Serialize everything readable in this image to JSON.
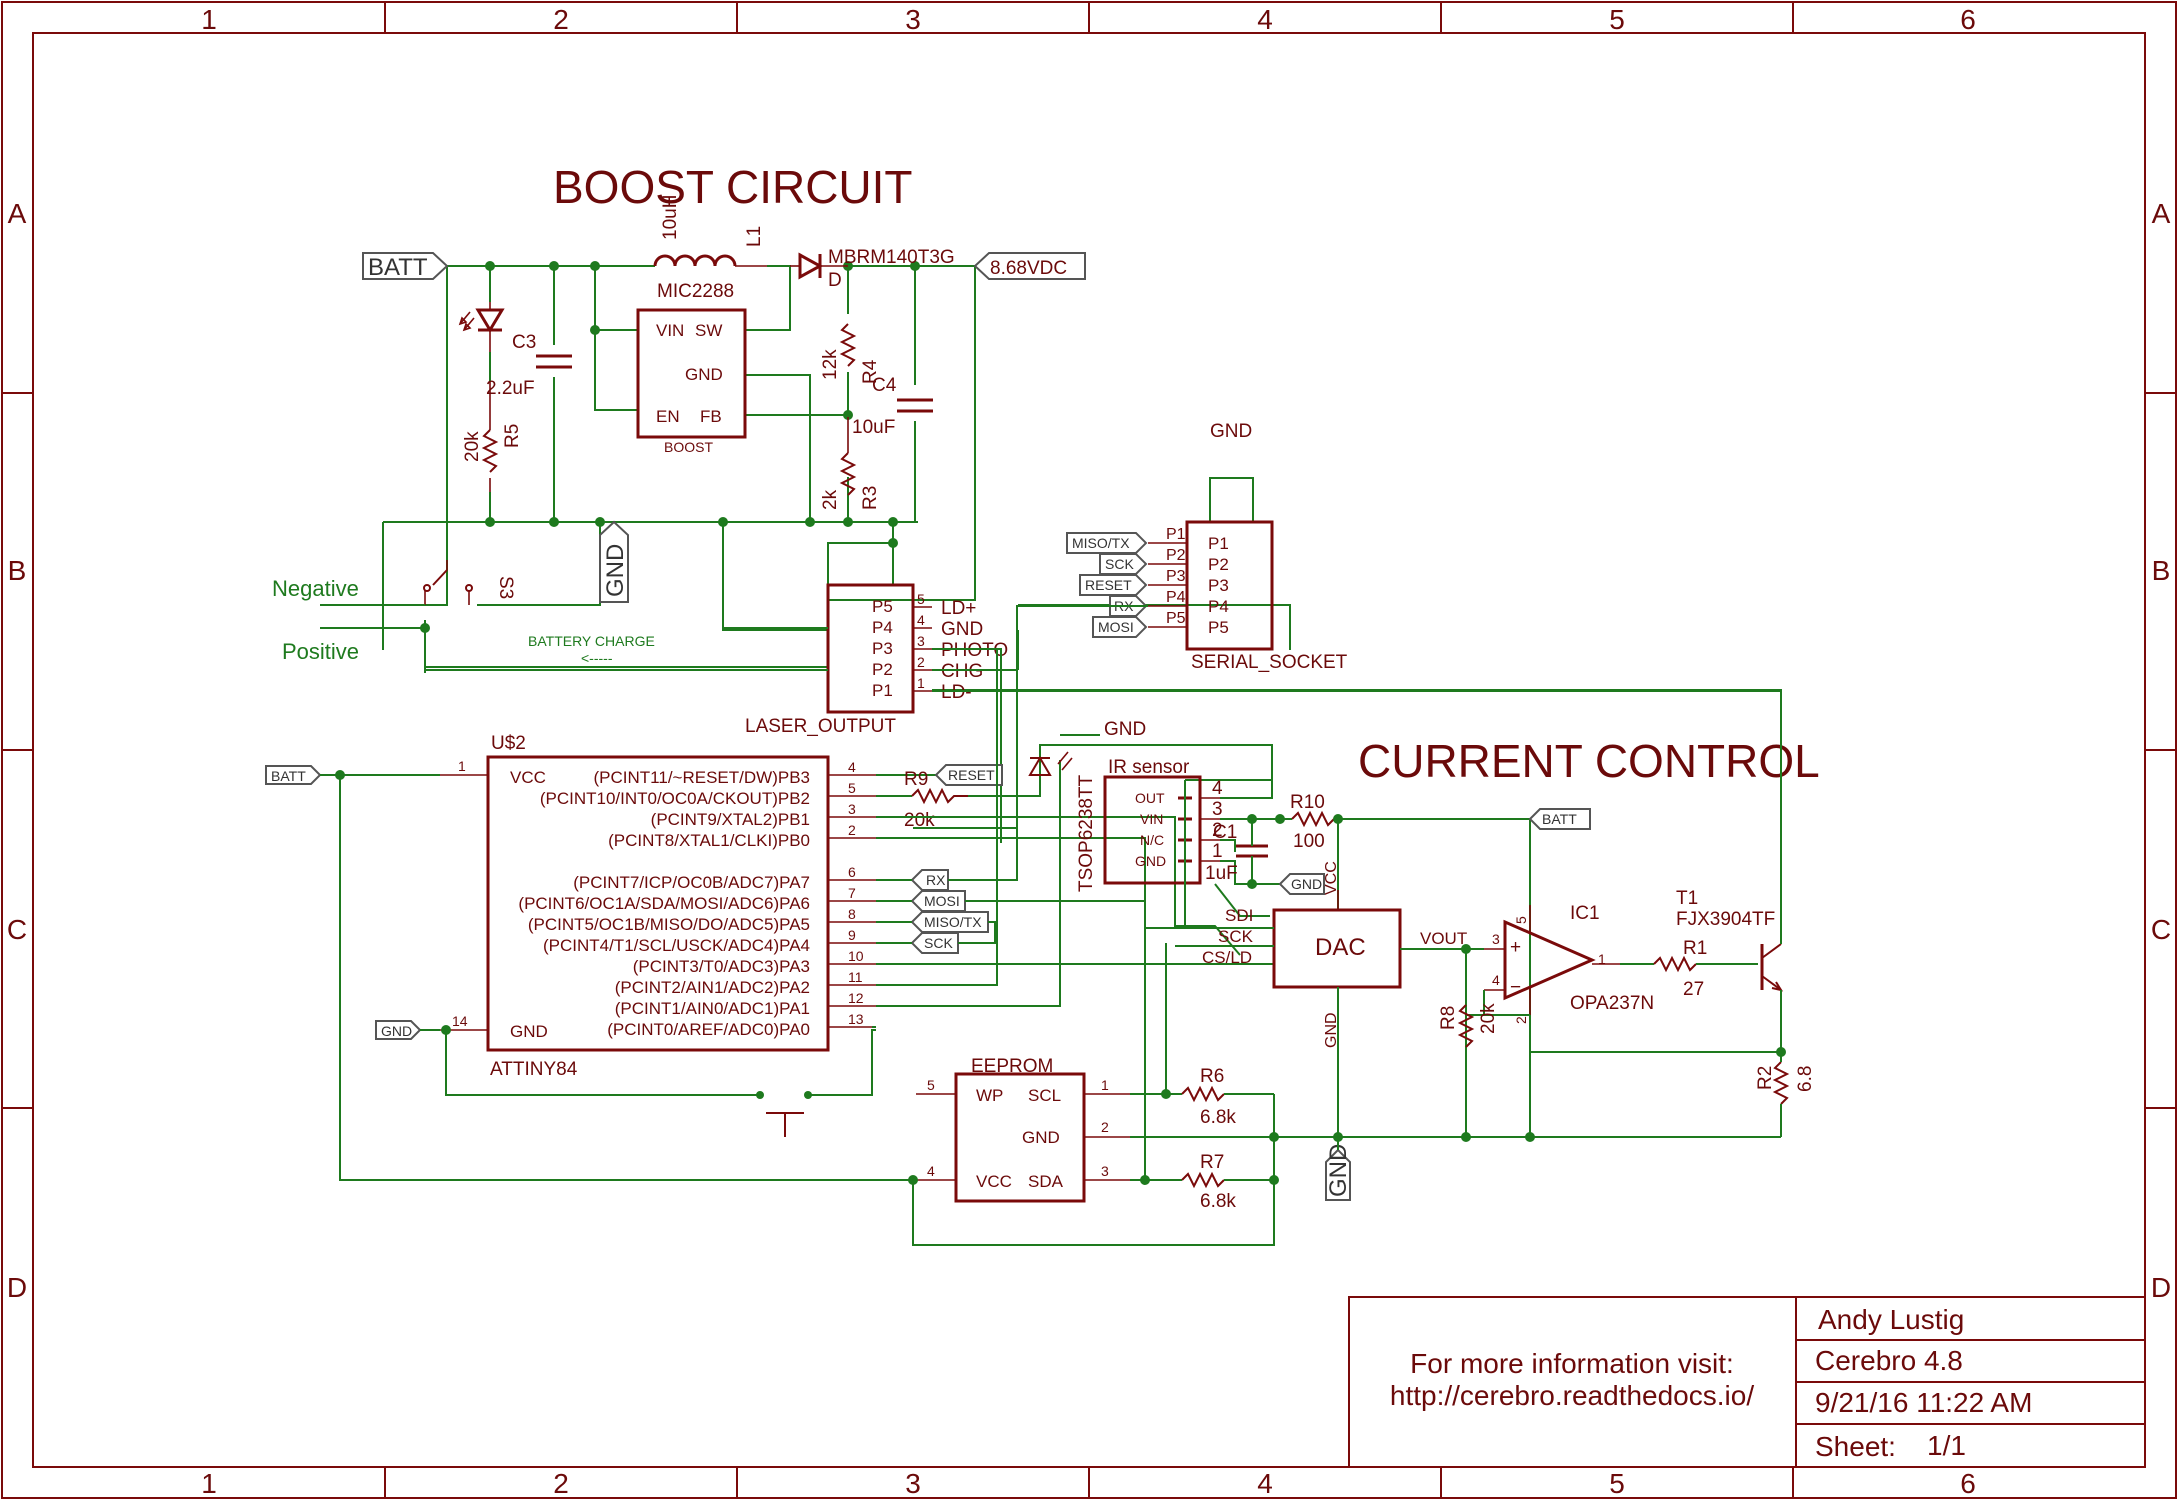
{
  "frame": {
    "columns": [
      "1",
      "2",
      "3",
      "4",
      "5",
      "6"
    ],
    "rows": [
      "A",
      "B",
      "C",
      "D"
    ]
  },
  "titles": {
    "boost": "BOOST CIRCUIT",
    "current": "CURRENT CONTROL"
  },
  "boost": {
    "batt_label": "BATT",
    "vout_label": "8.68VDC",
    "gnd_label": "GND",
    "l1_value": "10uH",
    "l1_name": "L1",
    "diode_part": "MBRM140T3G",
    "diode_name": "D",
    "ic_name": "MIC2288",
    "ic_sub": "BOOST",
    "pin_vin": "VIN",
    "pin_sw": "SW",
    "pin_gnd": "GND",
    "pin_en": "EN",
    "pin_fb": "FB",
    "c3_name": "C3",
    "c3_value": "2.2uF",
    "r5_value": "20k",
    "r5_name": "R5",
    "r4_value": "12k",
    "r4_name": "R4",
    "c4_name": "C4",
    "c4_value": "10uF",
    "r3_value": "2k",
    "r3_name": "R3",
    "s3_name": "S3",
    "negative": "Negative",
    "positive": "Positive",
    "battery_charge": "BATTERY CHARGE",
    "charge_arrow": "<-----"
  },
  "laser": {
    "name": "LASER_OUTPUT",
    "pins": [
      "P5",
      "P4",
      "P3",
      "P2",
      "P1"
    ],
    "numbers": [
      "5",
      "4",
      "3",
      "2",
      "1"
    ],
    "signals": [
      "LD+",
      "GND",
      "PHOTO",
      "CHG",
      "LD-"
    ]
  },
  "serial": {
    "name": "SERIAL_SOCKET",
    "gnd": "GND",
    "pins": [
      "P1",
      "P2",
      "P3",
      "P4",
      "P5"
    ],
    "nets": [
      "MISO/TX",
      "SCK",
      "RESET",
      "RX",
      "MOSI"
    ]
  },
  "mcu": {
    "ref": "U$2",
    "part": "ATTINY84",
    "batt_label": "BATT",
    "gnd_label": "GND",
    "vcc": "VCC",
    "gnd": "GND",
    "right_pins": [
      {
        "num": "4",
        "name": "(PCINT11/~RESET/DW)PB3"
      },
      {
        "num": "5",
        "name": "(PCINT10/INT0/OC0A/CKOUT)PB2"
      },
      {
        "num": "3",
        "name": "(PCINT9/XTAL2)PB1"
      },
      {
        "num": "2",
        "name": "(PCINT8/XTAL1/CLKI)PB0"
      },
      {
        "num": "6",
        "name": "(PCINT7/ICP/OC0B/ADC7)PA7"
      },
      {
        "num": "7",
        "name": "(PCINT6/OC1A/SDA/MOSI/ADC6)PA6"
      },
      {
        "num": "8",
        "name": "(PCINT5/OC1B/MISO/DO/ADC5)PA5"
      },
      {
        "num": "9",
        "name": "(PCINT4/T1/SCL/USCK/ADC4)PA4"
      },
      {
        "num": "10",
        "name": "(PCINT3/T0/ADC3)PA3"
      },
      {
        "num": "11",
        "name": "(PCINT2/AIN1/ADC2)PA2"
      },
      {
        "num": "12",
        "name": "(PCINT1/AIN0/ADC1)PA1"
      },
      {
        "num": "13",
        "name": "(PCINT0/AREF/ADC0)PA0"
      }
    ],
    "pin_vcc_num": "1",
    "pin_gnd_num": "14",
    "net_reset": "RESET",
    "net_rx": "RX",
    "net_mosi": "MOSI",
    "net_miso": "MISO/TX",
    "net_sck": "SCK",
    "r9_name": "R9",
    "r9_value": "20k"
  },
  "ir": {
    "title": "IR sensor",
    "part": "TSOP6238TT",
    "gnd_top": "GND",
    "pins": [
      "OUT",
      "VIN",
      "N/C",
      "GND"
    ],
    "numbers": [
      "4",
      "3",
      "2",
      "1"
    ],
    "c1_name": "C1",
    "c1_value": "1uF",
    "gnd_label": "GND",
    "r10_name": "R10",
    "r10_value": "100"
  },
  "dac": {
    "name": "DAC",
    "sdi": "SDI",
    "sck": "SCK",
    "csld": "CS/LD",
    "vout": "VOUT",
    "vcc": "VCC",
    "gnd": "GND",
    "gnd_label": "GND"
  },
  "opamp": {
    "name": "IC1",
    "part": "OPA237N",
    "pin3": "3",
    "pin4": "4",
    "pin2": "2",
    "pin5": "5",
    "pin1": "1",
    "plus": "+",
    "minus": "−",
    "batt_label": "BATT",
    "r8_name": "R8",
    "r8_value": "20k",
    "r1_name": "R1",
    "r1_value": "27",
    "r2_name": "R2",
    "r2_value": "6.8",
    "t1_name": "T1",
    "t1_part": "FJX3904TF"
  },
  "eeprom": {
    "name": "EEPROM",
    "wp": "WP",
    "scl": "SCL",
    "gnd": "GND",
    "vcc": "VCC",
    "sda": "SDA",
    "n5": "5",
    "n1": "1",
    "n2": "2",
    "n4": "4",
    "n3": "3",
    "r6_name": "R6",
    "r6_value": "6.8k",
    "r7_name": "R7",
    "r7_value": "6.8k"
  },
  "titleblock": {
    "info_line1": "For more information visit:",
    "info_line2": "http://cerebro.readthedocs.io/",
    "author": "Andy Lustig",
    "project": "Cerebro 4.8",
    "date": "9/21/16 11:22 AM",
    "sheet_label": "Sheet:",
    "sheet_value": "1/1"
  }
}
